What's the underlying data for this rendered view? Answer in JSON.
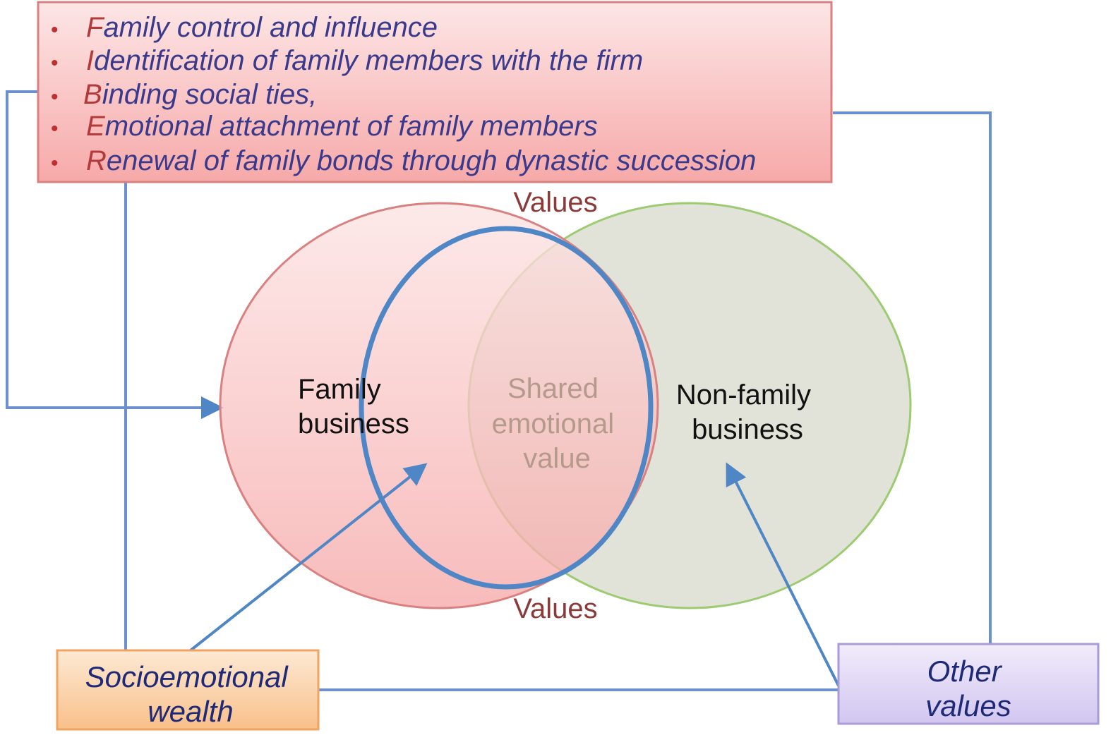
{
  "top_box": {
    "items": [
      {
        "initial": "F",
        "rest": "amily control and influence"
      },
      {
        "initial": "I",
        "rest": "dentification of family members with the firm"
      },
      {
        "initial": "B",
        "rest": "inding social ties,"
      },
      {
        "initial": "E",
        "rest": "motional attachment of family members"
      },
      {
        "initial": "R",
        "rest": "enewal of family bonds through dynastic succession"
      }
    ],
    "bullet": "•"
  },
  "venn": {
    "values_top": "Values",
    "values_bottom": "Values",
    "family_business": [
      "Family",
      "business"
    ],
    "shared": [
      "Shared",
      "emotional",
      "value"
    ],
    "non_family": [
      "Non-family",
      "business"
    ]
  },
  "boxes": {
    "socioemotional": [
      "Socioemotional",
      "wealth"
    ],
    "other_values": [
      "Other",
      "values"
    ]
  },
  "colors": {
    "family_circle": "#f7b0b0",
    "non_family_circle": "#dfe2d6",
    "overlap_ring": "#4f86c6",
    "connector": "#6c8fd0",
    "top_box_fill": "#fbc9c9",
    "socio_box_fill": "#fcd3a6",
    "other_box_fill": "#ddd4f3",
    "label_dark_blue": "#1e2a78",
    "values_label": "#8b3a3a",
    "shared_label": "#b59a8c"
  }
}
